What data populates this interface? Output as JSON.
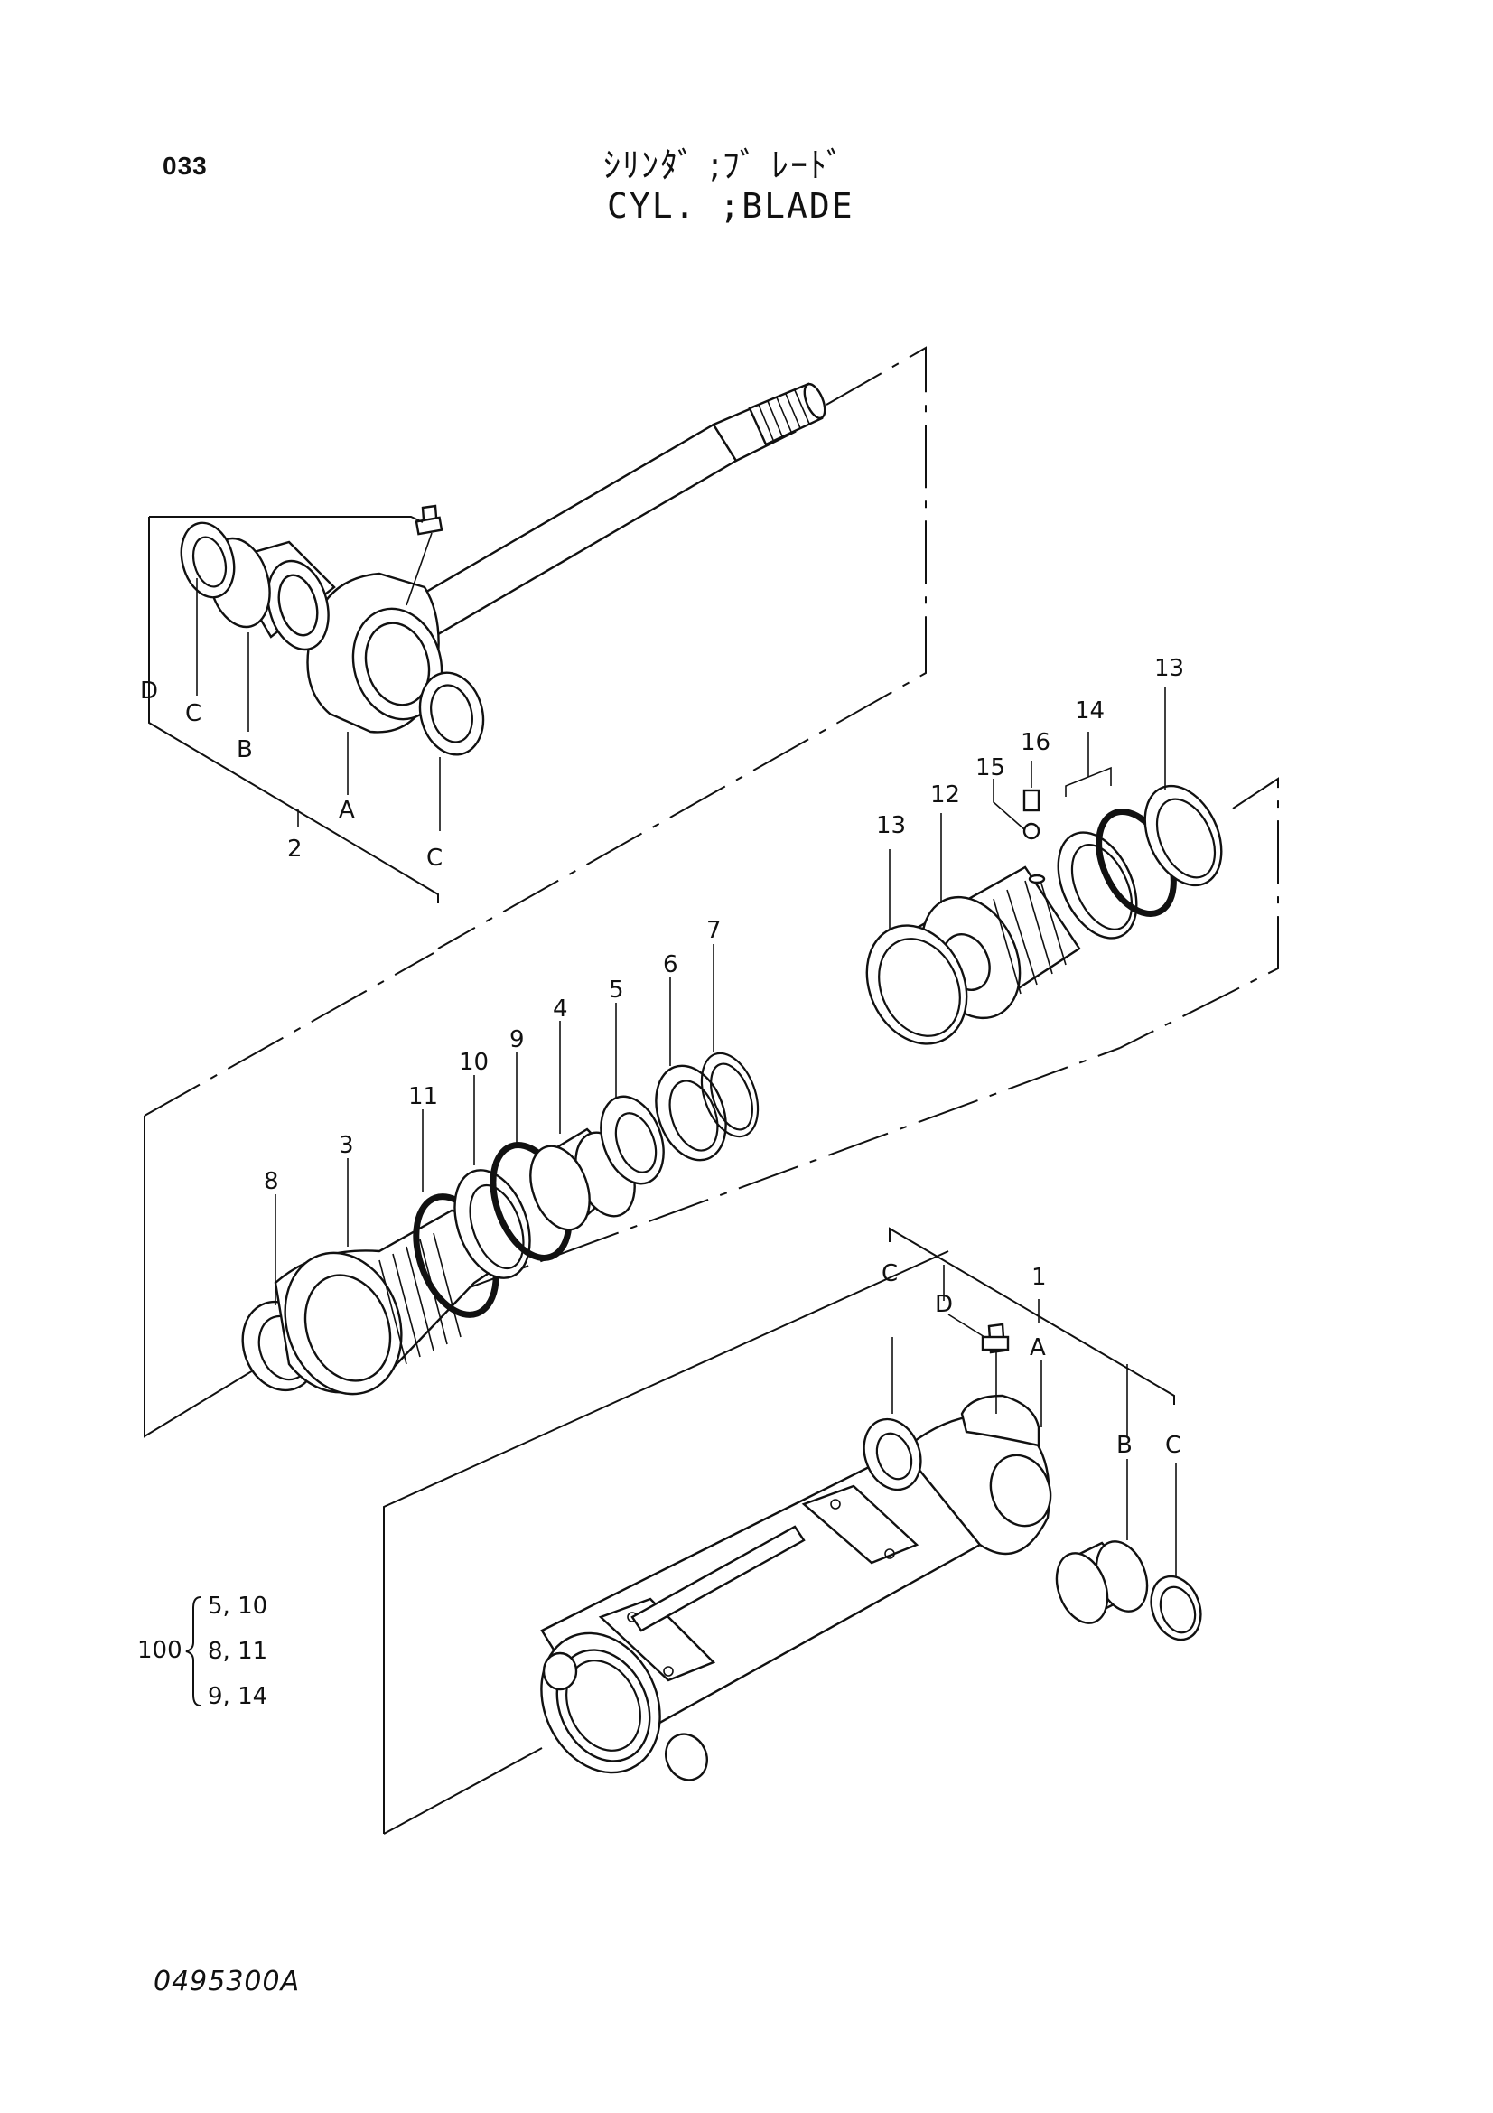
{
  "header": {
    "page_code": "033",
    "title_jp": "ｼﾘﾝﾀﾞ ;ﾌﾞ ﾚｰﾄﾞ",
    "title_en": "CYL. ;BLADE"
  },
  "footer": {
    "reference": "0495300A"
  },
  "callouts": {
    "n1": "1",
    "n2": "2",
    "n3": "3",
    "n4": "4",
    "n5": "5",
    "n6": "6",
    "n7": "7",
    "n8": "8",
    "n9": "9",
    "n10": "10",
    "n11": "11",
    "n12": "12",
    "n13a": "13",
    "n13b": "13",
    "n14": "14",
    "n15": "15",
    "n16": "16"
  },
  "letters": {
    "rod_A": "A",
    "rod_B": "B",
    "rod_C1": "C",
    "rod_C2": "C",
    "rod_D": "D",
    "tube_A": "A",
    "tube_B": "B",
    "tube_C1": "C",
    "tube_C2": "C",
    "tube_D": "D"
  },
  "kit": {
    "number": "100",
    "rows": [
      "5, 10",
      "8, 11",
      "9, 14"
    ]
  }
}
